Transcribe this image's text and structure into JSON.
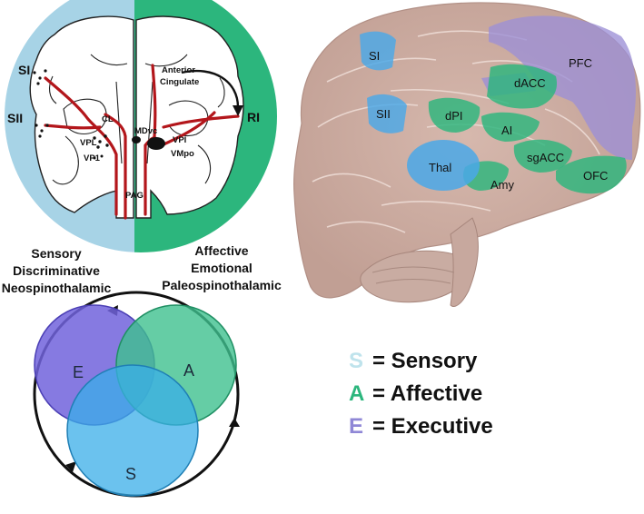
{
  "pathways": {
    "left_title": [
      "Sensory",
      "Discriminative",
      "Neospinothalamic"
    ],
    "right_title": [
      "Affective",
      "Emotional",
      "Paleospinothalamic"
    ],
    "labels": {
      "si": "SI",
      "sii": "SII",
      "ri": "RI",
      "cl": "CL",
      "vpl": "VPL",
      "vp1": "VP1",
      "mdvc": "MDvc",
      "vpi": "VPI",
      "vmpo": "VMpo",
      "pag": "PAG",
      "anterior": "Anterior",
      "cingulate": "Cingulate"
    },
    "colors": {
      "sensory": "#a7d3e6",
      "affective": "#2cb67d",
      "tract": "#b3161b"
    }
  },
  "venn": {
    "e_label": "E",
    "a_label": "A",
    "s_label": "S",
    "colors": {
      "e": "#7163dc",
      "a": "#3fc08f",
      "s": "#3aaee8"
    }
  },
  "brain": {
    "regions": {
      "si": "SI",
      "sii": "SII",
      "dpi": "dPI",
      "dacc": "dACC",
      "pfc": "PFC",
      "ai": "AI",
      "thal": "Thal",
      "sgacc": "sgACC",
      "amy": "Amy",
      "ofc": "OFC"
    }
  },
  "legend": {
    "items": [
      {
        "letter": "S",
        "text": "= Sensory",
        "color": "#bfe3ec"
      },
      {
        "letter": "A",
        "text": "= Affective",
        "color": "#2cb67d"
      },
      {
        "letter": "E",
        "text": "= Executive",
        "color": "#8f87d6"
      }
    ]
  }
}
